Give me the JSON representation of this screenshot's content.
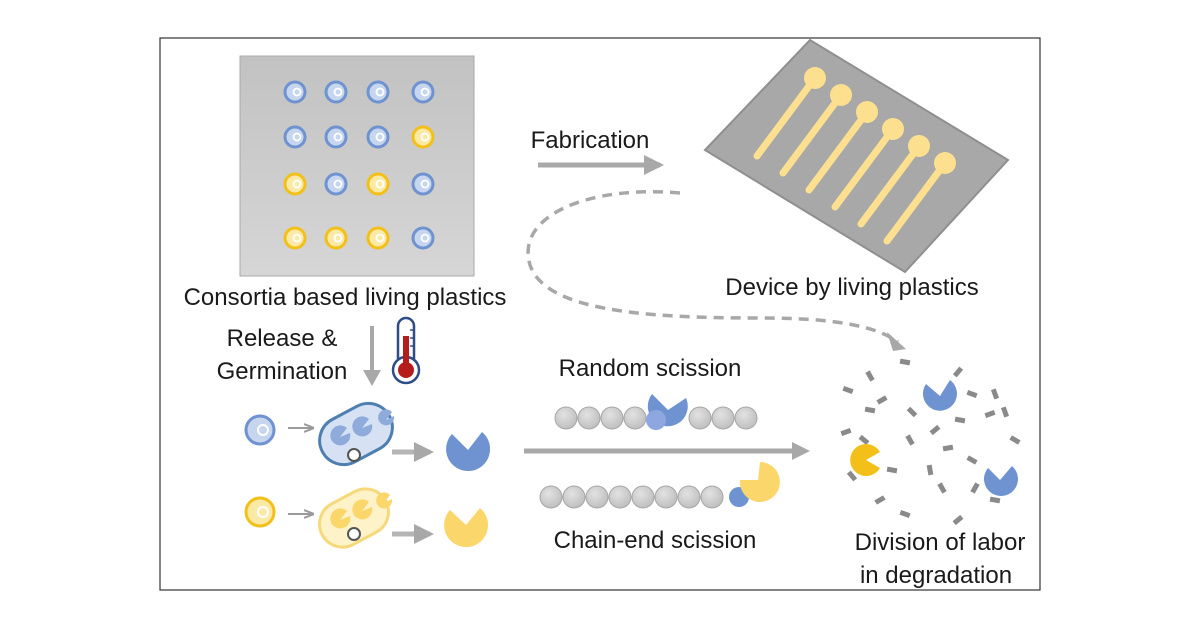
{
  "labels": {
    "consortia": "Consortia based living plastics",
    "fabrication": "Fabrication",
    "device": "Device by living plastics",
    "release_line1": "Release &",
    "release_line2": "Germination",
    "random": "Random scission",
    "chain_end": "Chain-end scission",
    "division_line1": "Division of labor",
    "division_line2": "in degradation"
  },
  "spore_grid": [
    [
      "blue",
      "blue",
      "blue",
      "blue"
    ],
    [
      "blue",
      "blue",
      "blue",
      "yellow"
    ],
    [
      "yellow",
      "blue",
      "yellow",
      "blue"
    ],
    [
      "yellow",
      "yellow",
      "yellow",
      "blue"
    ]
  ],
  "device_electrode_count": 6,
  "colors": {
    "blue": "#6f92d0",
    "blue_light": "#c6d6ee",
    "blue_dark": "#4e76b8",
    "yellow": "#f3c01a",
    "yellow_light": "#fbe9a6",
    "yellow_pac": "#fbd66a",
    "gray_panel": "#c7c7c7",
    "arrow_gray": "#a8a8a8",
    "bead": "#c9c9c9",
    "electrode": "#fde08f",
    "thermo_red": "#b51c1c",
    "thermo_blue": "#2e4d86"
  },
  "icons": {
    "thermometer": "thermometer-icon",
    "blue_enzyme": "blue-enzyme-pacman-icon",
    "yellow_enzyme": "yellow-enzyme-pacman-icon"
  }
}
